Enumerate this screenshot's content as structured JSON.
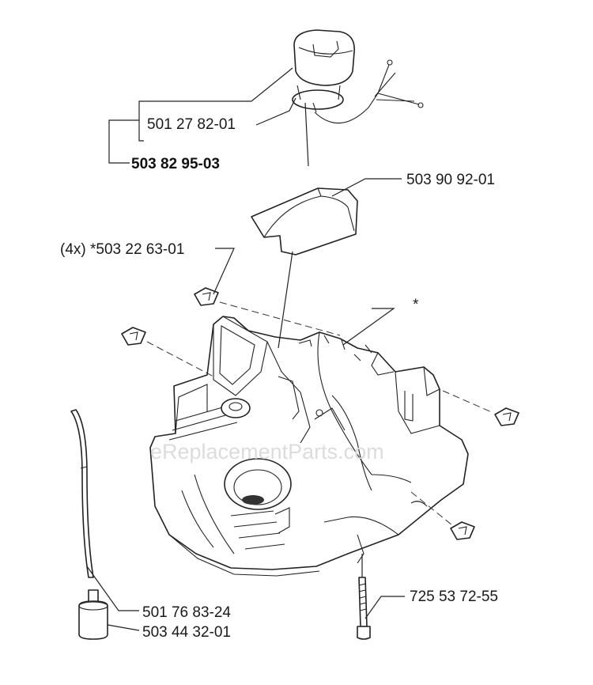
{
  "callouts": {
    "cap_oring": "501 27 82-01",
    "cap_assembly": "503 82 95-03",
    "bracket": "503 90 92-01",
    "nut": "(4x) *503 22 63-01",
    "star": "*",
    "fuel_hose": "501 76 83-24",
    "fuel_filter": "503 44 32-01",
    "screw": "725 53 72-55"
  },
  "watermark": "eReplacementParts.com"
}
